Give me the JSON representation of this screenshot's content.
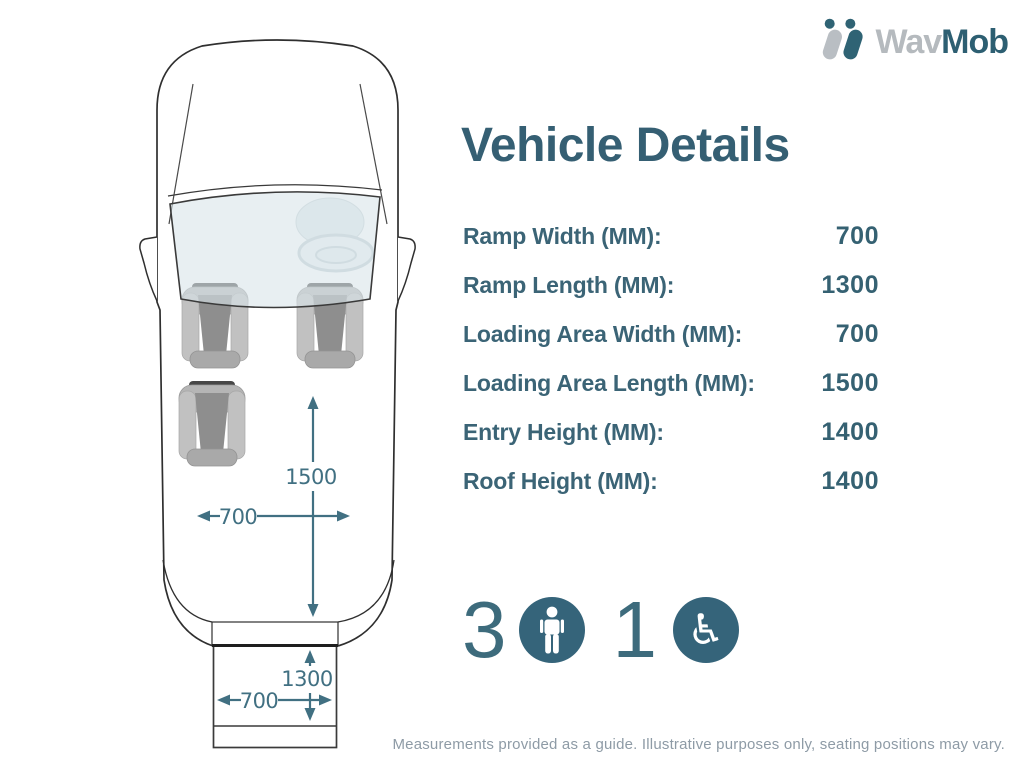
{
  "logo": {
    "wav": "Wav",
    "mob": "Mob"
  },
  "title": "Vehicle Details",
  "specs": [
    {
      "label": "Ramp Width (MM):",
      "value": "700"
    },
    {
      "label": "Ramp Length (MM):",
      "value": "1300"
    },
    {
      "label": "Loading Area Width (MM):",
      "value": "700"
    },
    {
      "label": "Loading Area Length (MM):",
      "value": "1500"
    },
    {
      "label": "Entry Height (MM):",
      "value": "1400"
    },
    {
      "label": "Roof Height (MM):",
      "value": "1400"
    }
  ],
  "capacity": {
    "seats": "3",
    "wheelchairs": "1"
  },
  "diagram": {
    "loading_area_length": "1500",
    "loading_area_width": "700",
    "ramp_length": "1300",
    "ramp_width": "700"
  },
  "footer": "Measurements provided as a guide. Illustrative purposes only, seating positions may vary.",
  "colors": {
    "accent": "#355f73",
    "accent_light": "#417082",
    "badge": "#35647a",
    "logo_gray": "#b5babe",
    "footer_gray": "#8e9ba6"
  }
}
